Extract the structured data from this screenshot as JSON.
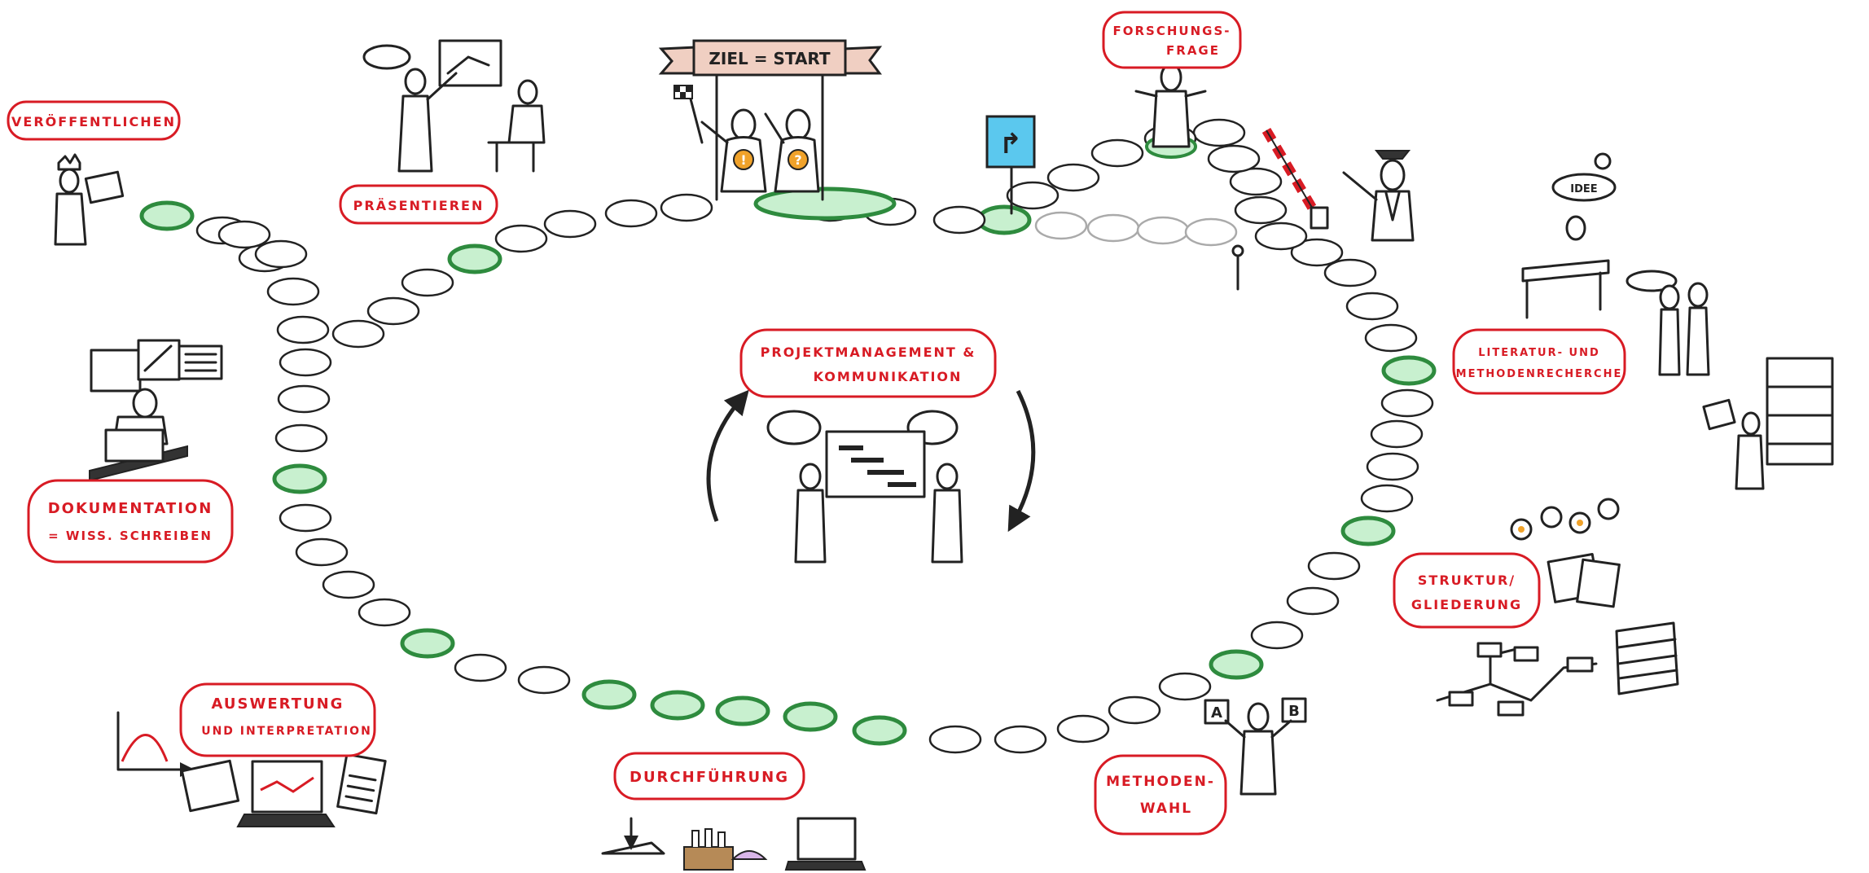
{
  "banner": {
    "text": "ZIEL = START"
  },
  "badges": {
    "exclaim": "!",
    "question": "?"
  },
  "sign": {
    "glyph": "↱"
  },
  "idea_bubble": "IDEE",
  "method_cards": {
    "a": "A",
    "b": "B"
  },
  "stations": {
    "veroeffentlichen": [
      "VERÖFFENTLICHEN"
    ],
    "praesentieren": [
      "PRÄSENTIEREN"
    ],
    "forschungsfrage": [
      "FORSCHUNGS-",
      "FRAGE"
    ],
    "literatur": [
      "LITERATUR- UND",
      "METHODENRECHERCHE"
    ],
    "projektmanagement": [
      "PROJEKTMANAGEMENT &",
      "KOMMUNIKATION"
    ],
    "dokumentation": [
      "DOKUMENTATION",
      "= WISS. SCHREIBEN"
    ],
    "struktur": [
      "STRUKTUR/",
      "GLIEDERUNG"
    ],
    "auswertung": [
      "AUSWERTUNG",
      "UND INTERPRETATION"
    ],
    "durchfuehrung": [
      "DURCHFÜHRUNG"
    ],
    "methodenwahl": [
      "METHODEN-",
      "WAHL"
    ]
  },
  "colors": {
    "label_red": "#d81b24",
    "milestone_green": "#2e8b3e",
    "milestone_fill": "#c8f0cf",
    "sign_blue": "#5bc8ee",
    "banner_fill": "#f0cfc2",
    "badge_orange": "#f0a22a"
  }
}
